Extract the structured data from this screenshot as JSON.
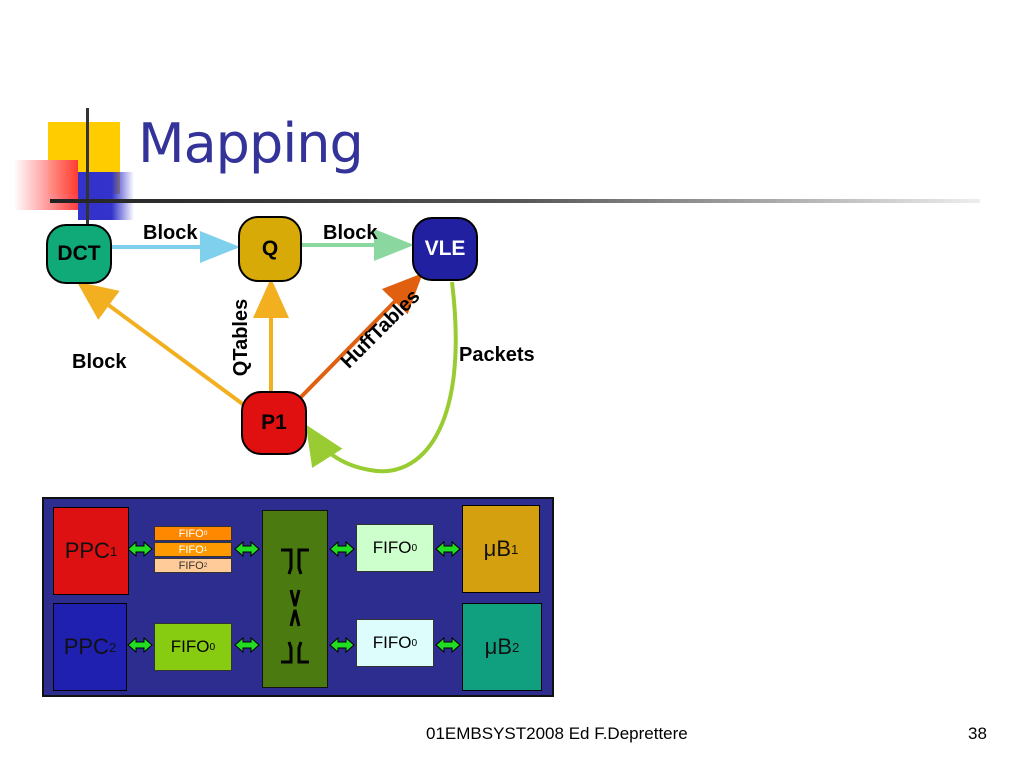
{
  "slide": {
    "title": "Mapping",
    "footer_center": "01EMBSYST2008 Ed F.Deprettere",
    "page_number": "38"
  },
  "diagram": {
    "nodes": {
      "dct": "DCT",
      "q": "Q",
      "vle": "VLE",
      "p1": "P1"
    },
    "edges": {
      "dct_to_q": "Block",
      "q_to_vle": "Block",
      "p1_to_dct": "Block",
      "p1_to_q": "QTables",
      "p1_to_vle": "HuffTables",
      "vle_to_p1": "Packets"
    },
    "colors": {
      "dct": "#10a978",
      "q": "#d8aa08",
      "vle": "#2020a0",
      "p1": "#e01010"
    }
  },
  "hardware": {
    "ppc1": {
      "name": "PPC",
      "sub": "1"
    },
    "ppc2": {
      "name": "PPC",
      "sub": "2"
    },
    "ub1": {
      "prefix": "μB",
      "sub": "1"
    },
    "ub2": {
      "prefix": "μB",
      "sub": "2"
    },
    "fifo_stack": [
      {
        "name": "FIFO",
        "sub": "0"
      },
      {
        "name": "FIFO",
        "sub": "1"
      },
      {
        "name": "FIFO",
        "sub": "2"
      }
    ],
    "fifo_ppc2": {
      "name": "FIFO",
      "sub": "0"
    },
    "fifo_ub1": {
      "name": "FIFO",
      "sub": "0"
    },
    "fifo_ub2": {
      "name": "FIFO",
      "sub": "0"
    }
  }
}
